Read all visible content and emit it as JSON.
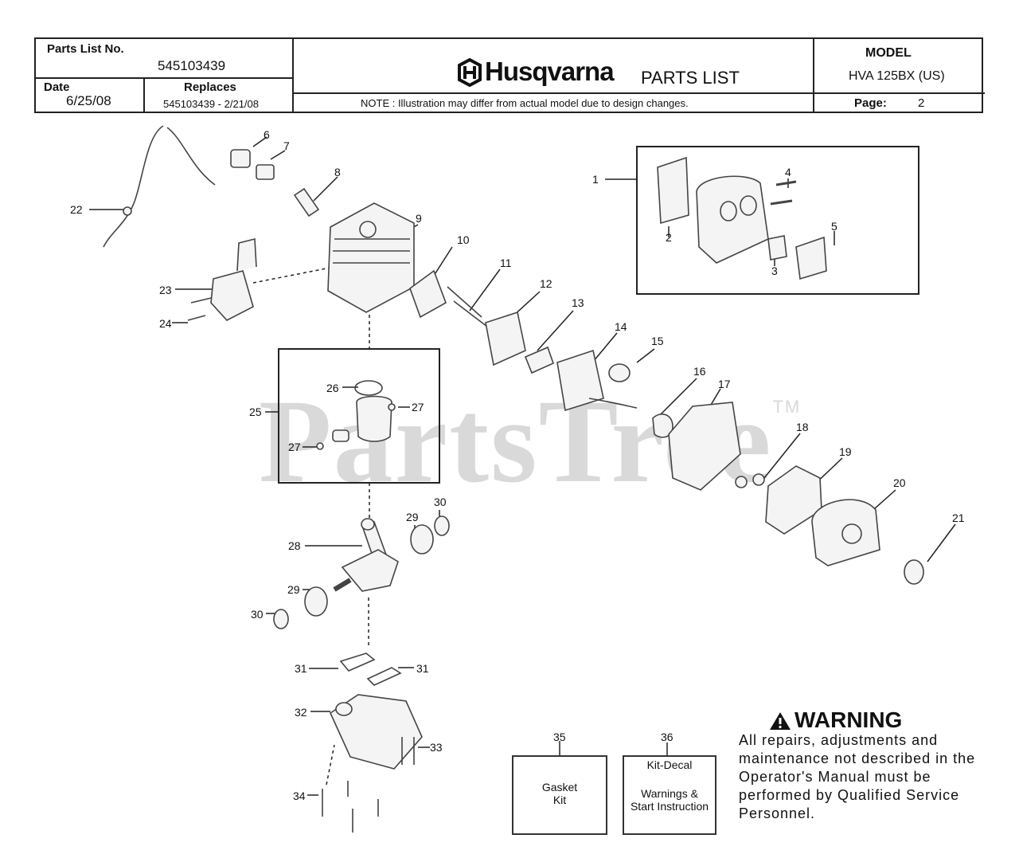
{
  "header": {
    "parts_list_no_label": "Parts List No.",
    "parts_list_no": "545103439",
    "date_label": "Date",
    "date": "6/25/08",
    "replaces_label": "Replaces",
    "replaces": "545103439 - 2/21/08",
    "brand": "Husqvarna",
    "doc_type": "PARTS LIST",
    "note": "NOTE : Illustration may differ from actual model due to design changes.",
    "model_label": "MODEL",
    "model": "HVA 125BX (US)",
    "page_label": "Page:",
    "page": "2"
  },
  "watermark": "PartsTree",
  "watermark_tm": "TM",
  "callouts": [
    "1",
    "2",
    "3",
    "4",
    "5",
    "6",
    "7",
    "8",
    "9",
    "10",
    "11",
    "12",
    "13",
    "14",
    "15",
    "16",
    "17",
    "18",
    "19",
    "20",
    "21",
    "22",
    "23",
    "24",
    "25",
    "26",
    "27",
    "27",
    "28",
    "29",
    "29",
    "30",
    "30",
    "31",
    "31",
    "32",
    "33",
    "34"
  ],
  "kits": [
    {
      "number": "35",
      "line1": "Gasket",
      "line2": "Kit"
    },
    {
      "number": "36",
      "title": "Kit-Decal",
      "line1": "Warnings &",
      "line2": "Start Instruction"
    }
  ],
  "warning": {
    "title": "WARNING",
    "text": "All repairs, adjustments and maintenance not described in the Operator's Manual must be performed by Qualified Service Personnel."
  },
  "colors": {
    "line": "#222222",
    "part": "#555555",
    "watermark": "#d9d9d9"
  }
}
